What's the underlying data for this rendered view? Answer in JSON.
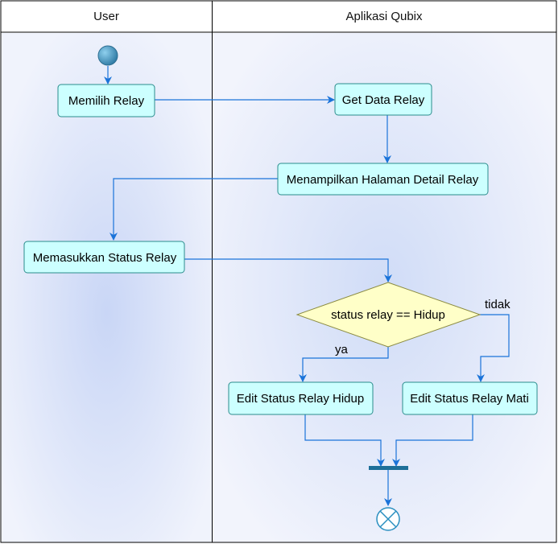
{
  "lanes": [
    {
      "name": "User"
    },
    {
      "name": "Aplikasi Qubix"
    }
  ],
  "actions": {
    "memilih_relay": "Memilih Relay",
    "get_data_relay": "Get Data Relay",
    "menampilkan_detail": "Menampilkan Halaman Detail Relay",
    "memasukkan_status": "Memasukkan Status Relay",
    "edit_hidup": "Edit Status Relay Hidup",
    "edit_mati": "Edit Status Relay Mati"
  },
  "decision": {
    "condition": "status relay == Hidup",
    "yes_label": "ya",
    "no_label": "tidak"
  },
  "colors": {
    "node_fill": "#ccffff",
    "node_stroke": "#2a8c8c",
    "decision_fill": "#ffffc8",
    "decision_stroke": "#8a8a40",
    "arrow": "#1a73d9",
    "start_node": "#4a93b8",
    "bar": "#1d6f99",
    "end_node": "#2a8fc0",
    "lane_border": "#000000"
  }
}
